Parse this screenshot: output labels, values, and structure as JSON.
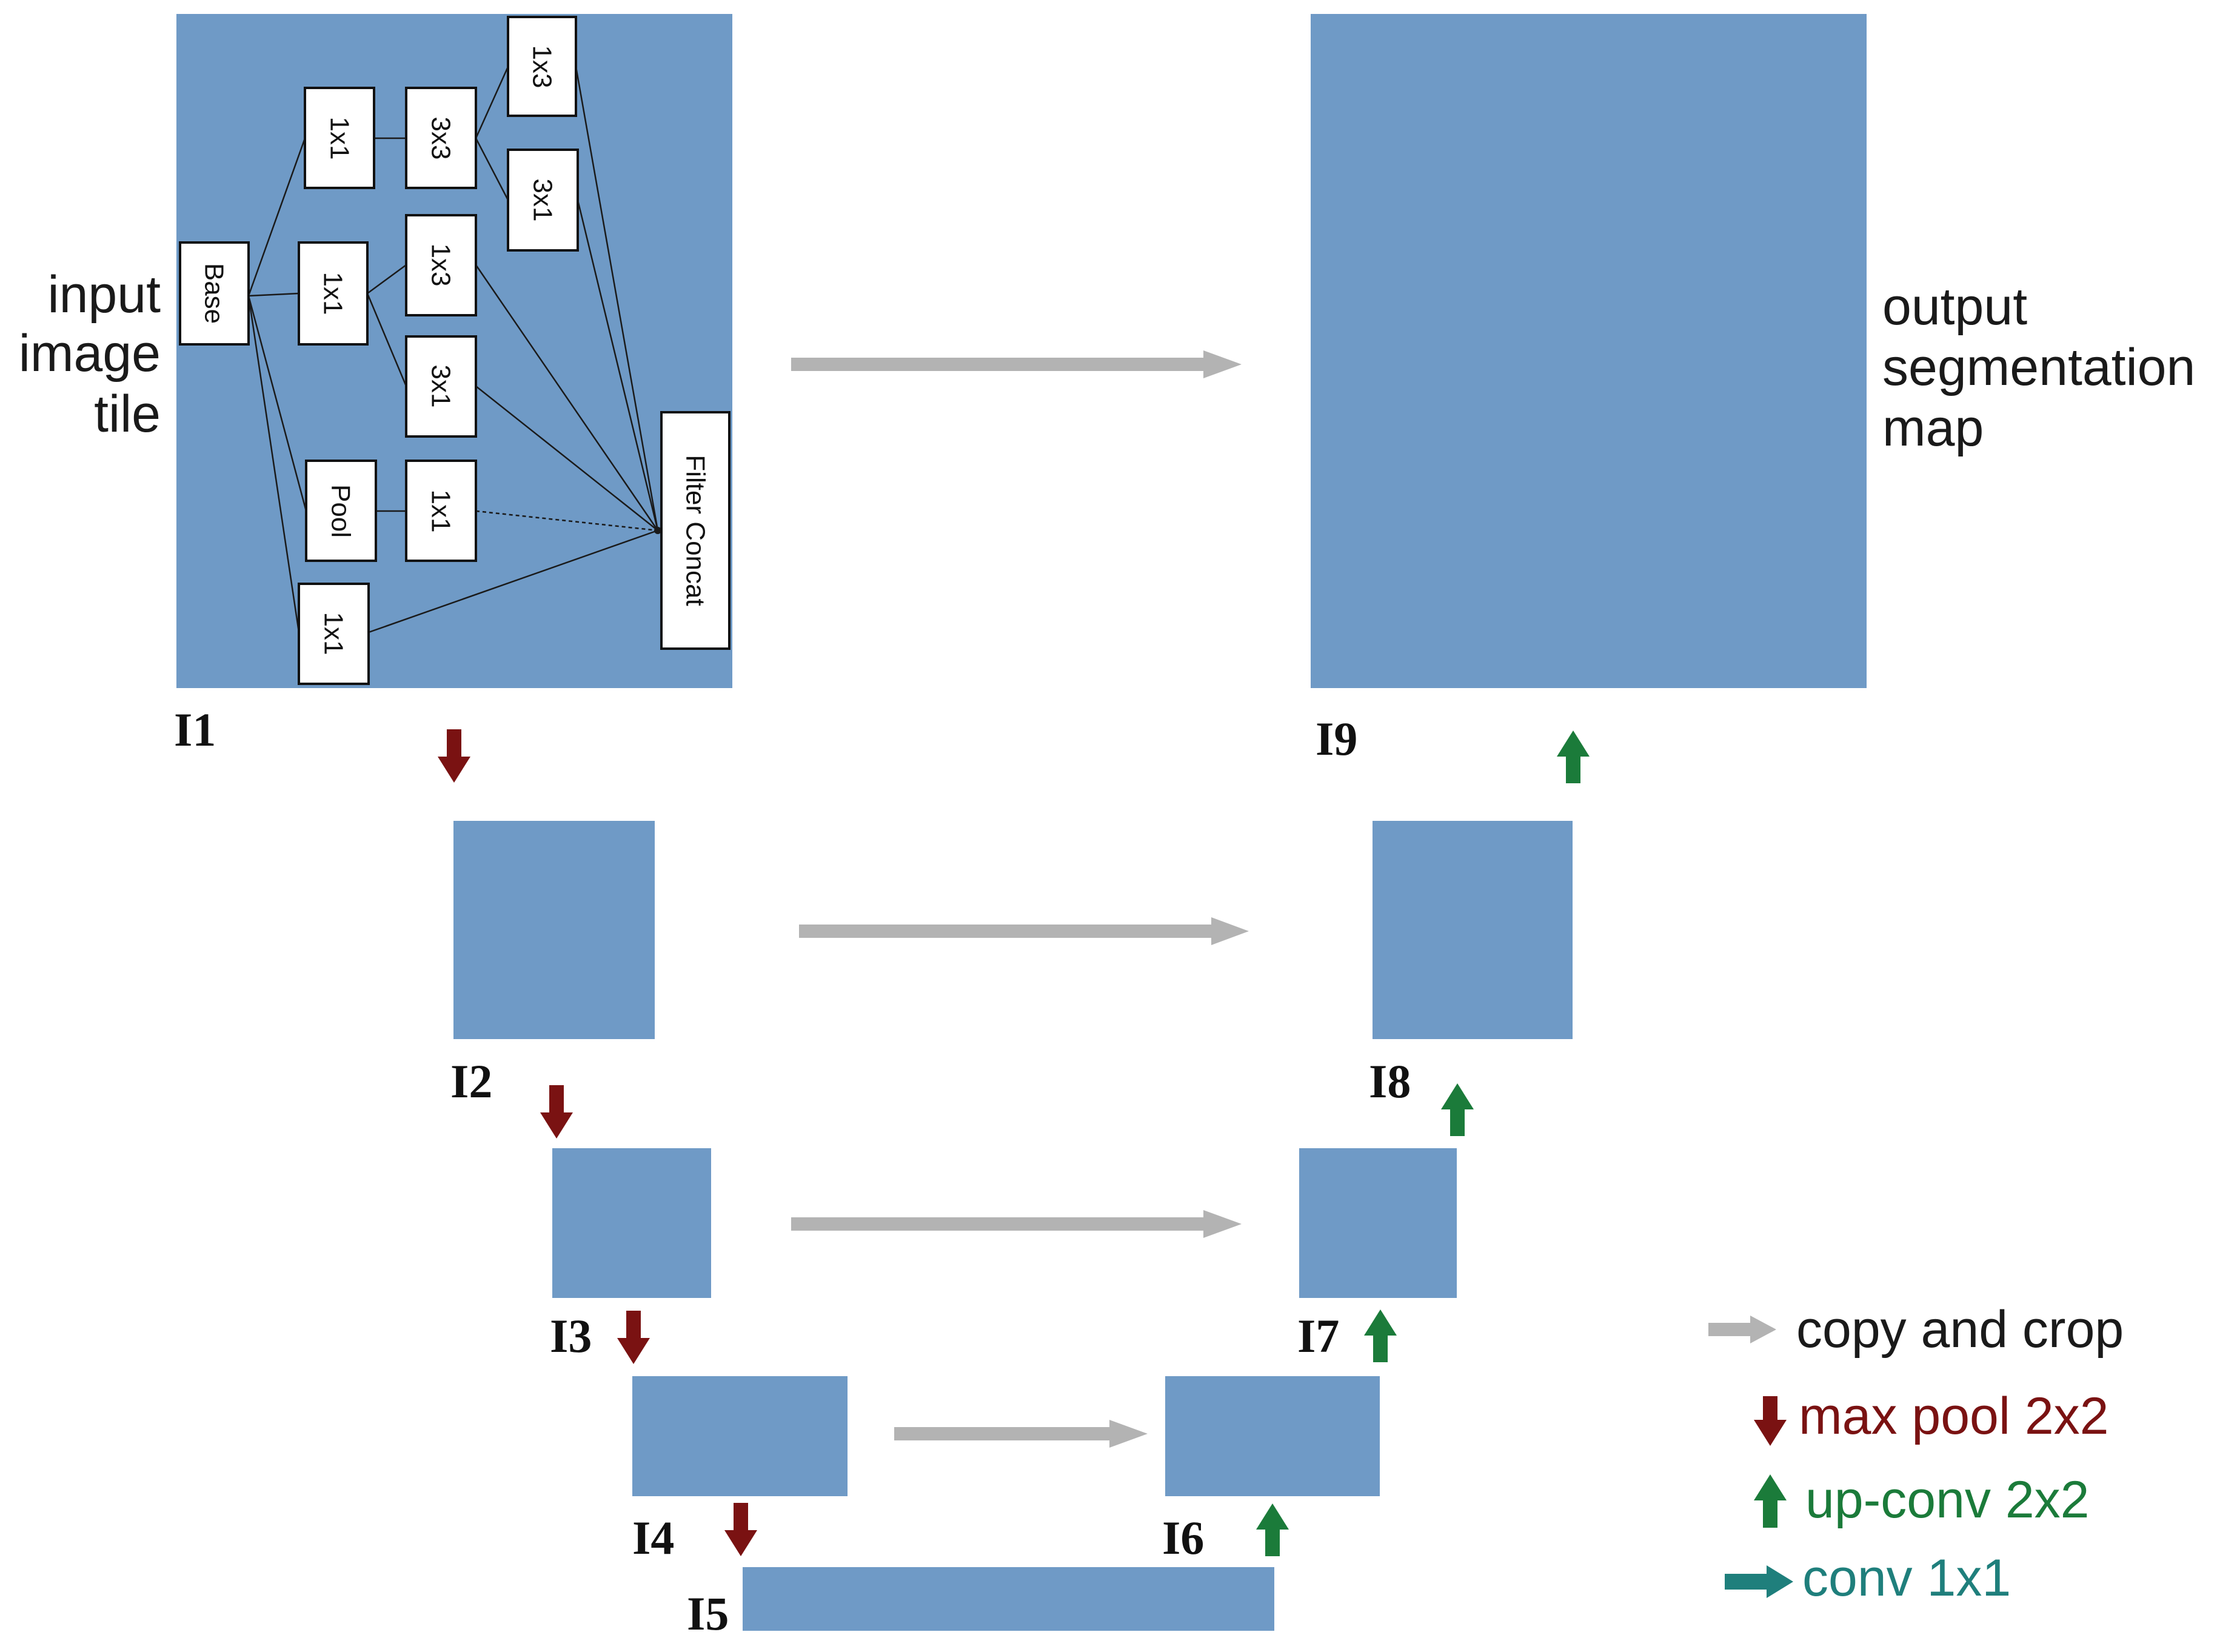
{
  "colors": {
    "block": "#6f9ac6",
    "copy_arrow": "#b3b3b3",
    "pool_arrow": "#7a1212",
    "upconv_arrow": "#1b7b3a",
    "conv_arrow": "#1f7f7c",
    "text": "#1a1a1a"
  },
  "labels": {
    "input": [
      "input",
      "image",
      "tile"
    ],
    "output": [
      "output",
      "segmentation",
      "map"
    ],
    "blocks": [
      "I1",
      "I2",
      "I3",
      "I4",
      "I5",
      "I6",
      "I7",
      "I8",
      "I9"
    ]
  },
  "inception": {
    "base": "Base",
    "b1": "1x1",
    "b2": "3x3",
    "b3": "1x3",
    "b4": "3x1",
    "b5": "1x1",
    "b6": "1x3",
    "b7": "3x1",
    "b8": "Pool",
    "b9": "1x1",
    "b10": "1x1",
    "concat": "Filter Concat"
  },
  "legend": {
    "copy": "copy and crop",
    "pool": "max pool 2x2",
    "upconv": "up-conv 2x2",
    "conv": "conv 1x1"
  }
}
